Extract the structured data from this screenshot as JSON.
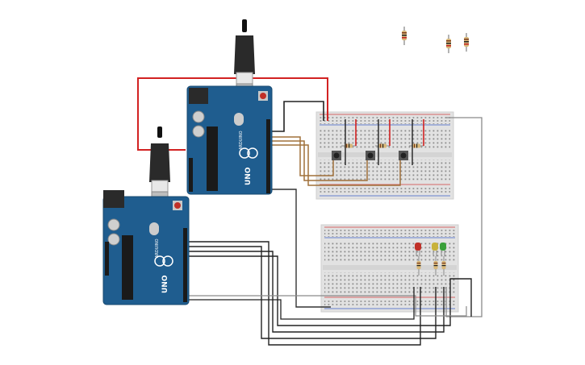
{
  "canvas": {
    "background": "#ffffff",
    "icons": [
      "arduino-uno-icon",
      "breadboard-icon",
      "resistor-icon",
      "pushbutton-icon",
      "led-icon",
      "usb-cable-icon"
    ]
  },
  "colors": {
    "board_blue": "#1f5d8f",
    "board_edge": "#17496f",
    "breadboard": "#e4e4e4",
    "rail_red": "#d23c3c",
    "rail_blue": "#3c5fc8",
    "wire_red": "#d22222",
    "wire_black": "#222222",
    "wire_brown": "#a0703a",
    "wire_gray": "#8a8a8a",
    "led_red": "#c03028",
    "led_yellow": "#c8b23a",
    "led_green": "#3aa03a"
  },
  "board_top": {
    "brand": "ARDUINO",
    "model": "UNO",
    "logo": "∞"
  },
  "board_bottom": {
    "brand": "ARDUINO",
    "model": "UNO",
    "logo": "∞"
  },
  "breadboard_top": {
    "buttons": 3,
    "resistors": 3
  },
  "breadboard_bottom": {
    "leds": [
      "red",
      "yellow",
      "green"
    ],
    "resistors": 3
  },
  "loose_resistors": 3
}
